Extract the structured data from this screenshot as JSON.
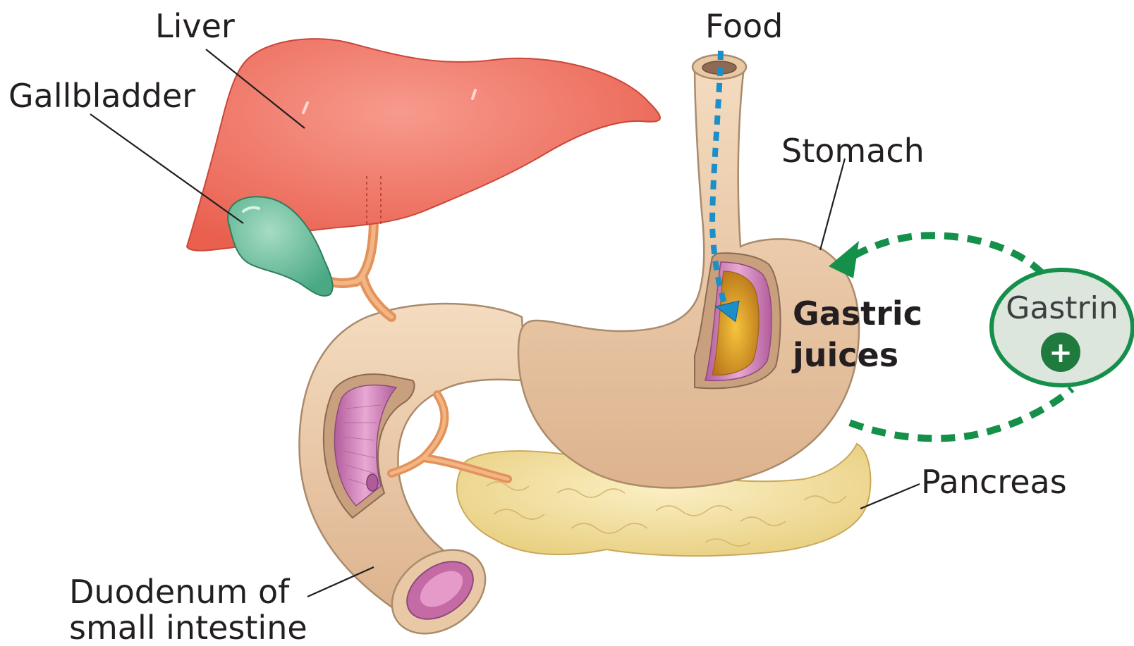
{
  "labels": {
    "liver": "Liver",
    "gallbladder": "Gallbladder",
    "food": "Food",
    "stomach": "Stomach",
    "gastric_line1": "Gastric",
    "gastric_line2": "juices",
    "gastrin": "Gastrin",
    "gastrin_sign": "+",
    "pancreas": "Pancreas",
    "duodenum_line1": "Duodenum of",
    "duodenum_line2": "small intestine"
  },
  "colors": {
    "liver": "#f07466",
    "gallbladder": "#6fc2a0",
    "stomach": "#edcba7",
    "pancreas": "#f6e3a2",
    "lining": "#cf7fb6",
    "gastric_fluid": "#e9a526",
    "food_path": "#1c8fc9",
    "gastrin_feedback": "#14904a",
    "gastrin_fill": "#dde6dc",
    "duct": "#eea169"
  }
}
